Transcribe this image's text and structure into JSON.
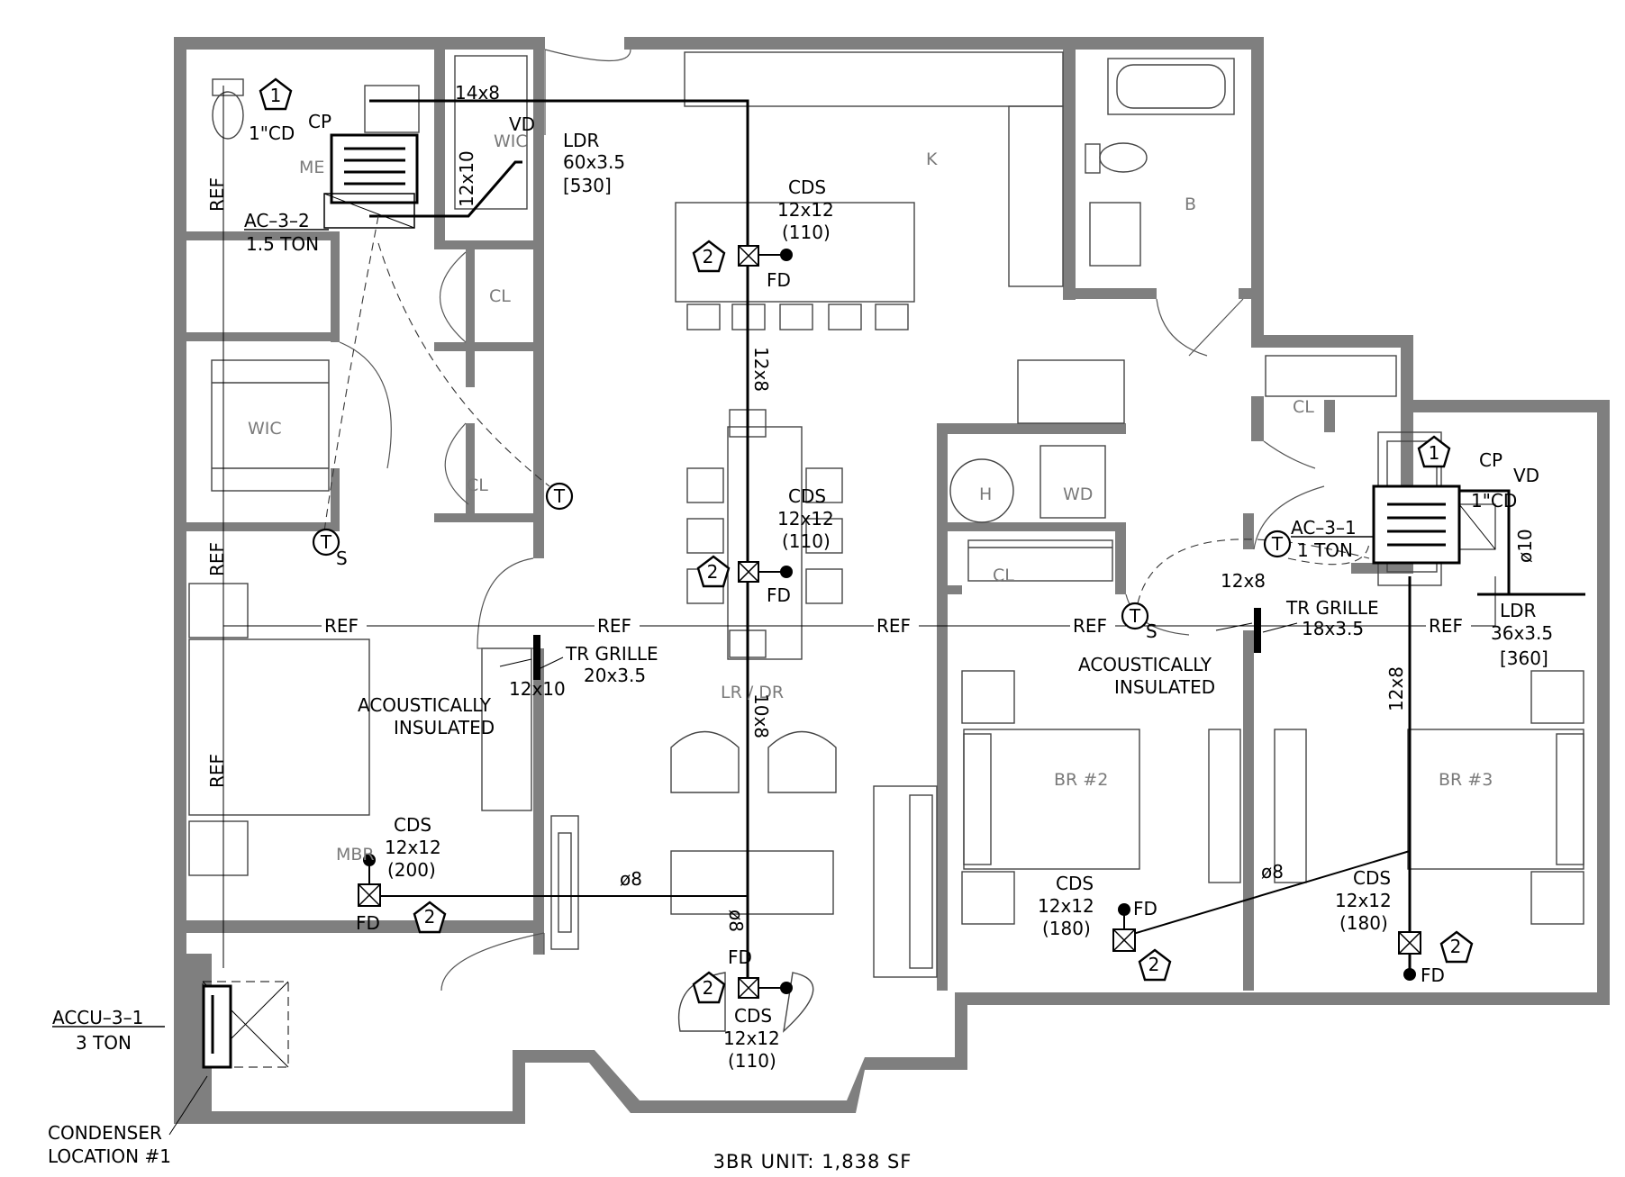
{
  "drawing": {
    "title": "3BR UNIT: 1,838 SF",
    "rooms": {
      "kitchen": "K",
      "bath": "B",
      "wic_master": "WIC",
      "wic_bath": "WIC",
      "closet_1": "CL",
      "closet_2": "CL",
      "closet_3": "CL",
      "closet_4": "CL",
      "heater": "H",
      "washer_dryer": "WD",
      "mech": "ME",
      "living_dining": "LR / DR",
      "master_bedroom": "MBR",
      "bedroom_2": "BR #2",
      "bedroom_3": "BR #3"
    },
    "equipment": {
      "ac_3_2": {
        "tag": "AC–3–2",
        "capacity": "1.5  TON"
      },
      "ac_3_1": {
        "tag": "AC–3–1",
        "capacity": "1  TON"
      },
      "accu": {
        "tag": "ACCU–3–1",
        "capacity": "3  TON"
      },
      "condenser_note_1": "CONDENSER",
      "condenser_note_2": "LOCATION  #1"
    },
    "labels": {
      "cd_1": "1\"CD",
      "cp_1": "CP",
      "cd_2": "1\"CD",
      "cp_2": "CP",
      "vd_1": "VD",
      "vd_2": "VD",
      "ldr_1": "LDR",
      "ldr_1_size": "60x3.5",
      "ldr_1_cfm": "[530]",
      "ldr_2": "LDR",
      "ldr_2_size": "36x3.5",
      "ldr_2_cfm": "[360]",
      "duct_14x8": "14x8",
      "duct_12x10_v": "12x10",
      "duct_12x8_main": "12x8",
      "duct_10x8": "10x8",
      "duct_12x8_h": "12x8",
      "duct_12x8_br3": "12x8",
      "duct_12x10_tr": "12x10",
      "dia8_mbr": "ø8",
      "dia8_kitchen": "ø8",
      "dia8_br2": "ø8",
      "dia10": "ø10",
      "ref_1": "REF",
      "ref_2": "REF",
      "ref_3": "REF",
      "ref_h1": "REF",
      "ref_h2": "REF",
      "ref_h3": "REF",
      "ref_h4": "REF",
      "ref_h5": "REF",
      "tr_grille_1": "TR  GRILLE",
      "tr_grille_1_size": "20x3.5",
      "tr_grille_2": "TR  GRILLE",
      "tr_grille_2_size": "18x3.5",
      "acoustic_1a": "ACOUSTICALLY",
      "acoustic_1b": "INSULATED",
      "acoustic_2a": "ACOUSTICALLY",
      "acoustic_2b": "INSULATED"
    },
    "diffusers": [
      {
        "type": "CDS",
        "size": "12x12",
        "cfm": "(110)",
        "fd": "FD",
        "tag": "2"
      },
      {
        "type": "CDS",
        "size": "12x12",
        "cfm": "(110)",
        "fd": "FD",
        "tag": "2"
      },
      {
        "type": "CDS",
        "size": "12x12",
        "cfm": "(200)",
        "fd": "FD",
        "tag": "2"
      },
      {
        "type": "CDS",
        "size": "12x12",
        "cfm": "(110)",
        "fd": "FD",
        "tag": "2"
      },
      {
        "type": "CDS",
        "size": "12x12",
        "cfm": "(180)",
        "fd": "FD",
        "tag": "2"
      },
      {
        "type": "CDS",
        "size": "12x12",
        "cfm": "(180)",
        "fd": "FD",
        "tag": "2"
      }
    ],
    "keynotes": {
      "k1a": "1",
      "k1b": "1"
    },
    "thermostats": {
      "t": "T",
      "s": "S"
    },
    "colors": {
      "walls": "#7f7f7f",
      "lines": "#000000",
      "room_labels": "#7a7a7a"
    }
  }
}
